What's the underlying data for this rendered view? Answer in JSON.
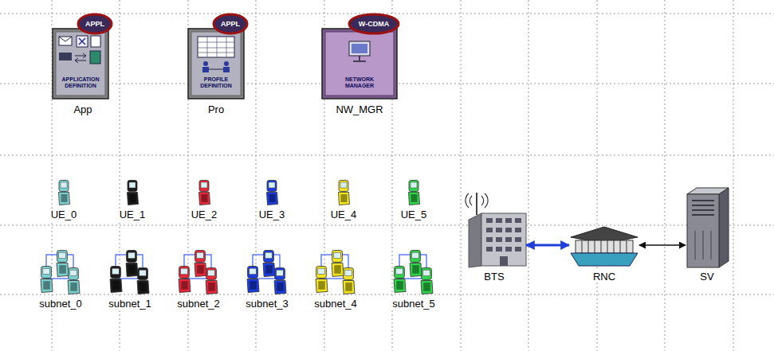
{
  "diagram": {
    "nodes": [
      {
        "text": [
          "APPL",
          "APPLICATION DEFINITION",
          "App"
        ]
      },
      {
        "text": [
          "APPL",
          "PROFILE DEFINITION",
          "Pro"
        ]
      },
      {
        "text": [
          "W-CDMA",
          "NETWORK MANAGER",
          "NW_MGR"
        ]
      },
      {
        "text": [
          "UE_0"
        ]
      },
      {
        "text": [
          "UE_1"
        ]
      },
      {
        "text": [
          "UE_2"
        ]
      },
      {
        "text": [
          "UE_3"
        ]
      },
      {
        "text": [
          "UE_4"
        ]
      },
      {
        "text": [
          "UE_5"
        ]
      },
      {
        "text": [
          "BTS"
        ]
      },
      {
        "text": [
          "RNC"
        ]
      },
      {
        "text": [
          "SV"
        ]
      },
      {
        "text": [
          "subnet_0"
        ]
      },
      {
        "text": [
          "subnet_1"
        ]
      },
      {
        "text": [
          "subnet_2"
        ]
      },
      {
        "text": [
          "subnet_3"
        ]
      },
      {
        "text": [
          "subnet_4"
        ]
      },
      {
        "text": [
          "subnet_5"
        ]
      }
    ],
    "edges": [
      {
        "from": 9,
        "to": 10,
        "arrow": "both"
      },
      {
        "from": 10,
        "to": 11,
        "arrow": "both"
      }
    ]
  }
}
